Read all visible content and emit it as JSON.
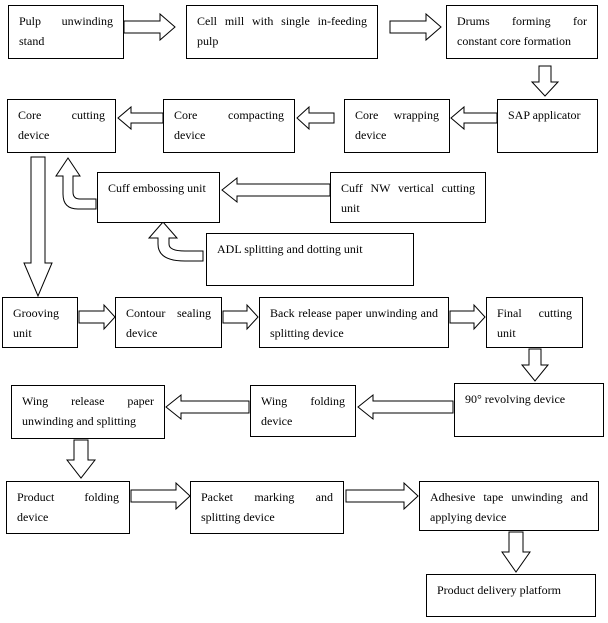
{
  "boxes": {
    "pulp_unwinding": "Pulp unwinding stand",
    "cell_mill": "Cell mill with single in-feeding pulp",
    "drums_forming": "Drums forming for constant core formation",
    "sap_applicator": "SAP applicator",
    "core_wrapping": "Core wrapping device",
    "core_compacting": "Core compacting device",
    "core_cutting": "Core cutting device",
    "cuff_embossing": "Cuff embossing unit",
    "cuff_nw_cutting": "Cuff NW vertical cutting unit",
    "adl_splitting": "ADL splitting and dotting unit",
    "grooving": "Grooving unit",
    "contour_sealing": "Contour sealing device",
    "back_release": "Back release paper unwinding and splitting device",
    "final_cutting": "Final cutting unit",
    "revolving": "90° revolving device",
    "wing_folding": "Wing folding device",
    "wing_release": "Wing release paper unwinding and splitting",
    "product_folding": "Product folding device",
    "packet_marking": "Packet marking and splitting device",
    "adhesive_tape": "Adhesive tape unwinding and applying device",
    "delivery_platform": "Product delivery platform"
  }
}
